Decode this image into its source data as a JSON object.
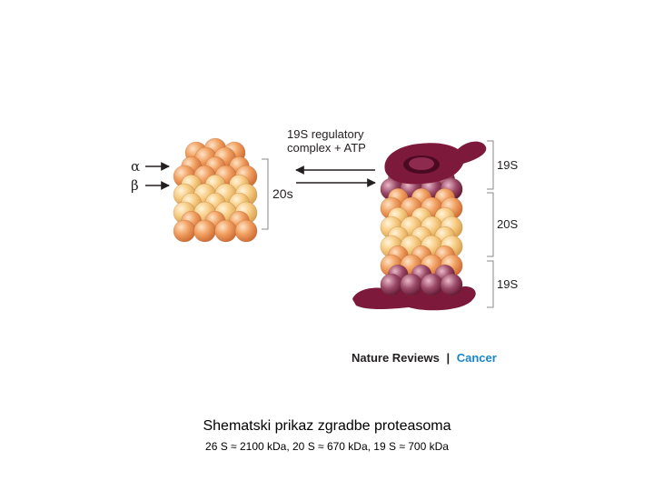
{
  "diagram": {
    "greek": {
      "alpha": "α",
      "beta": "β"
    },
    "free_core_label": "20s",
    "reaction_label": {
      "line1": "19S regulatory",
      "line2": "complex + ATP"
    },
    "bracket_labels": [
      "19S",
      "20S",
      "19S"
    ],
    "credit": {
      "publisher": "Nature Reviews",
      "separator": "|",
      "journal": "Cancer"
    },
    "colors": {
      "alpha_ring": "#ee8a4a",
      "beta_ring": "#f6c070",
      "cap_maroon": "#7d1a3c",
      "cap_subunit": "#9b4a68",
      "journal_blue": "#1a86c8",
      "arrow": "#231f20"
    }
  },
  "caption": {
    "title": "Shematski prikaz zgradbe proteasoma",
    "subtitle": "26 S ≈ 2100 kDa, 20 S ≈ 670 kDa, 19 S ≈ 700 kDa"
  }
}
